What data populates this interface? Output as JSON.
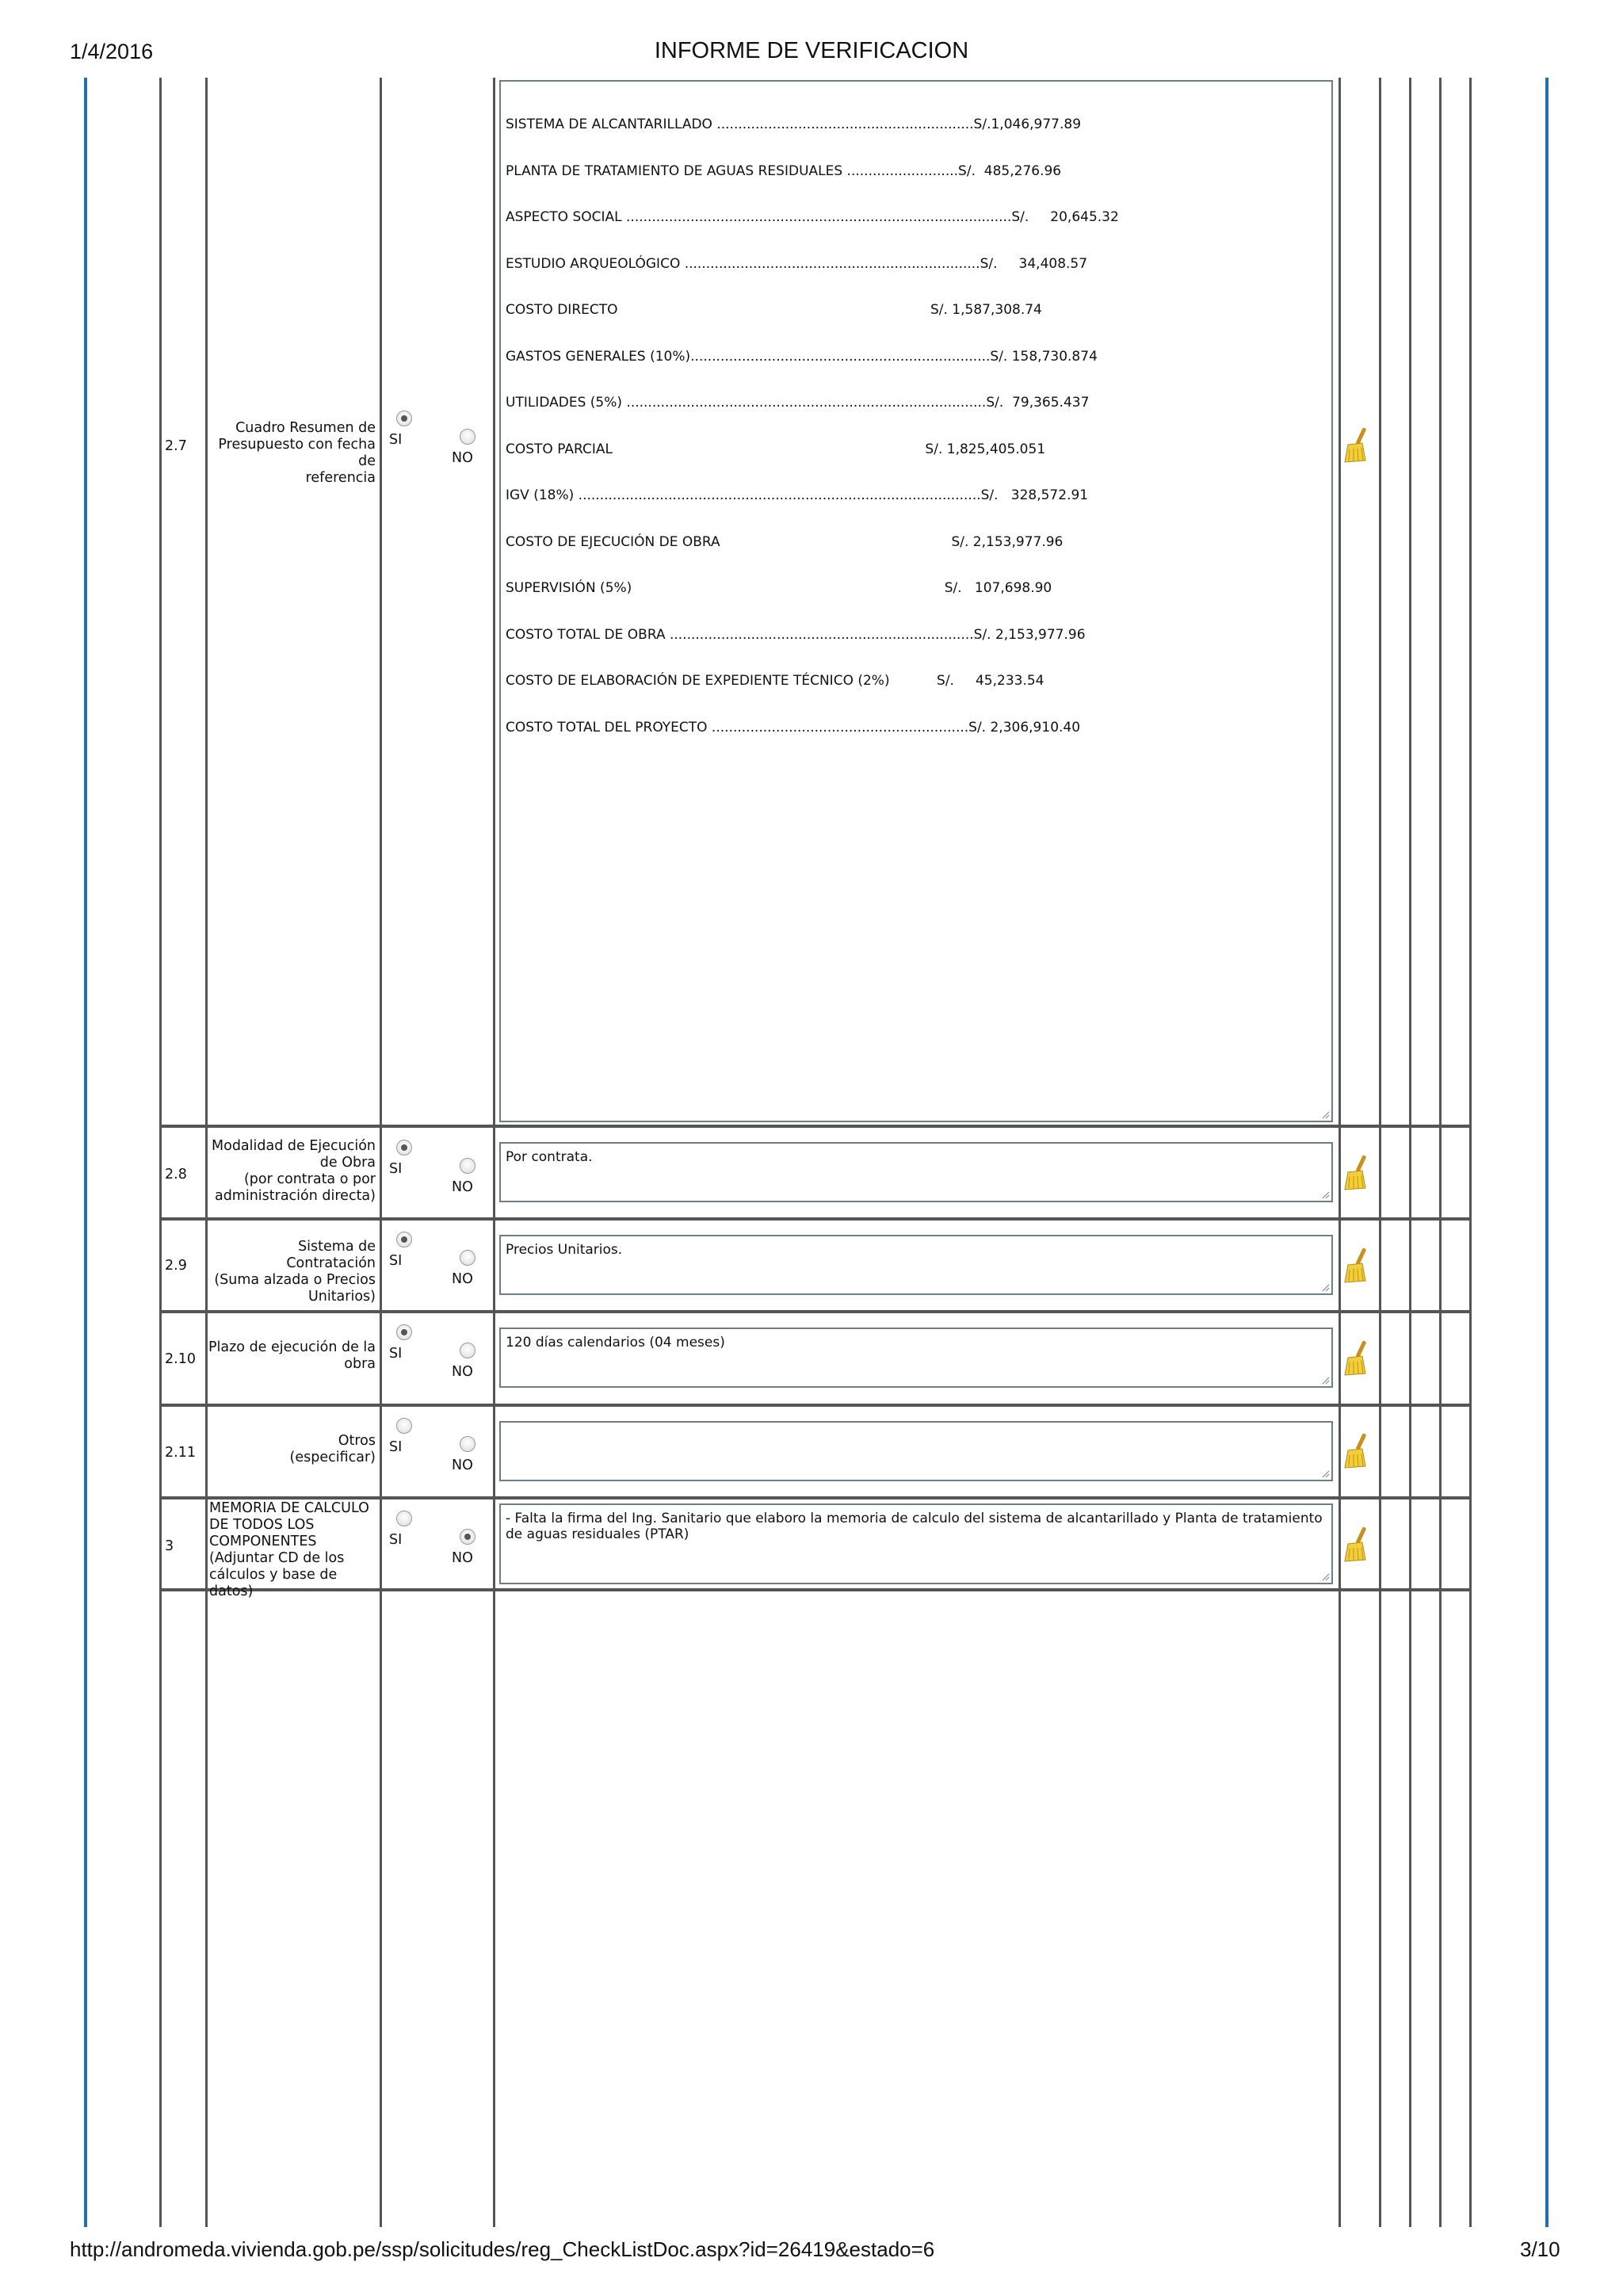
{
  "header": {
    "date": "1/4/2016",
    "title": "INFORME DE VERIFICACION"
  },
  "footer": {
    "url": "http://andromeda.vivienda.gob.pe/ssp/solicitudes/reg_CheckListDoc.aspx?id=26419&estado=6",
    "page": "3/10"
  },
  "colors": {
    "accent_bar": "#1f6fb2",
    "grid_line": "#555555",
    "textarea_border": "#6a7d8c"
  },
  "options": {
    "yes": "SI",
    "no": "NO"
  },
  "rows": [
    {
      "number": "2.7",
      "label_lines": [
        "Cuadro Resumen de",
        "Presupuesto con fecha de",
        "referencia"
      ],
      "selected": "SI",
      "comment_lines": [
        "SISTEMA DE ALCANTARILLADO ............................................................S/.1,046,977.89",
        "PLANTA DE TRATAMIENTO DE AGUAS RESIDUALES ..........................S/.  485,276.96",
        "ASPECTO SOCIAL ..........................................................................................S/.     20,645.32",
        "ESTUDIO ARQUEOLÓGICO .....................................................................S/.     34,408.57",
        "COSTO DIRECTO                                                                         S/. 1,587,308.74",
        "GASTOS GENERALES (10%)......................................................................S/. 158,730.874",
        "UTILIDADES (5%) ....................................................................................S/.  79,365.437",
        "COSTO PARCIAL                                                                         S/. 1,825,405.051",
        "IGV (18%) ..............................................................................................S/.   328,572.91",
        "COSTO DE EJECUCIÓN DE OBRA                                                      S/. 2,153,977.96",
        "SUPERVISIÓN (5%)                                                                         S/.   107,698.90",
        "COSTO TOTAL DE OBRA .......................................................................S/. 2,153,977.96",
        "COSTO DE ELABORACIÓN DE EXPEDIENTE TÉCNICO (2%)           S/.     45,233.54",
        "COSTO TOTAL DEL PROYECTO ............................................................S/. 2,306,910.40"
      ]
    },
    {
      "number": "2.8",
      "label_lines": [
        "Modalidad de Ejecución",
        "de Obra",
        "(por contrata o por",
        "administración directa)"
      ],
      "selected": "SI",
      "comment_lines": [
        "Por contrata."
      ]
    },
    {
      "number": "2.9",
      "label_lines": [
        "Sistema de Contratación",
        "(Suma alzada o Precios",
        "Unitarios)"
      ],
      "selected": "SI",
      "comment_lines": [
        "Precios Unitarios."
      ]
    },
    {
      "number": "2.10",
      "label_lines": [
        "Plazo de ejecución de la",
        "obra"
      ],
      "selected": "SI",
      "comment_lines": [
        "120 días calendarios (04 meses)"
      ]
    },
    {
      "number": "2.11",
      "label_lines": [
        "Otros",
        "(especificar)"
      ],
      "selected": "",
      "comment_lines": [
        ""
      ]
    },
    {
      "number": "3",
      "label_lines": [
        "MEMORIA DE CALCULO",
        "DE TODOS LOS",
        "COMPONENTES",
        "(Adjuntar CD de los",
        "cálculos y base de datos)"
      ],
      "selected": "NO",
      "comment_lines": [
        "- Falta la firma del Ing. Sanitario que elaboro la memoria de calculo del sistema de alcantarillado y Planta de tratamiento de aguas residuales (PTAR)"
      ]
    }
  ]
}
